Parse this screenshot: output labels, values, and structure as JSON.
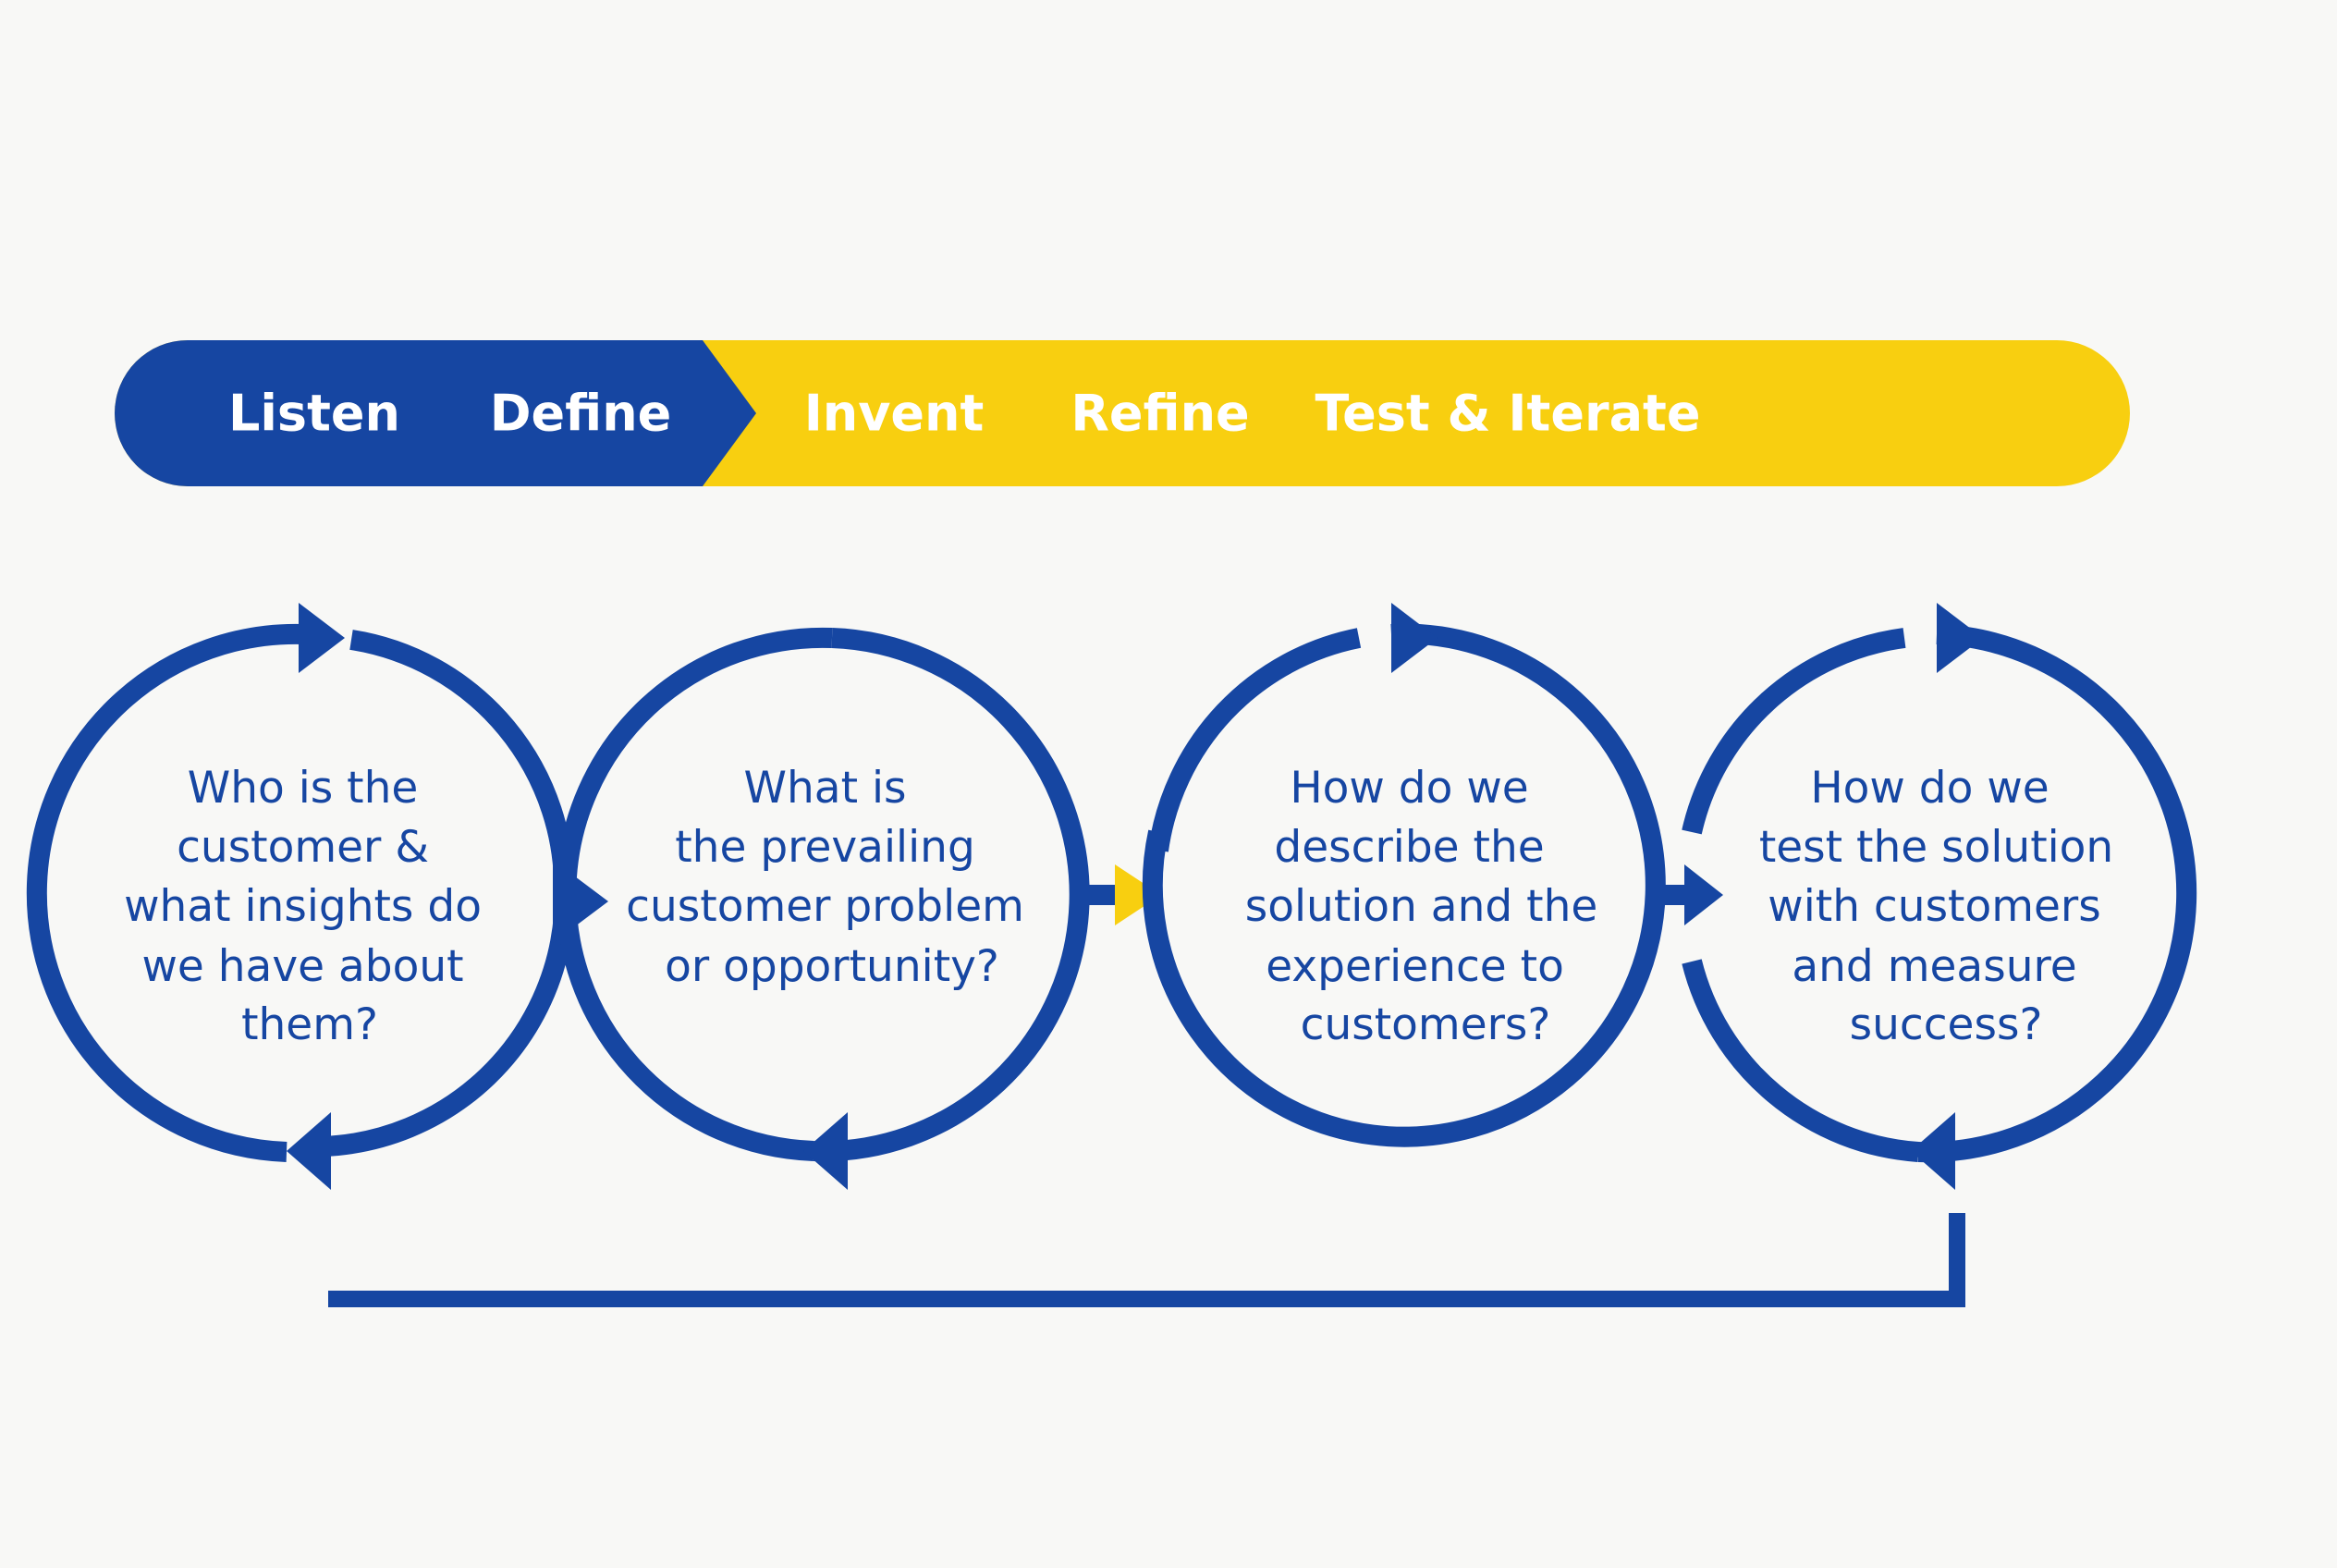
{
  "colors": {
    "blue": "#1646a2",
    "yellow": "#f8cf10",
    "background": "#f8f8f6",
    "label_text": "#ffffff"
  },
  "phases": [
    {
      "label": "Listen",
      "band": "blue"
    },
    {
      "label": "Define",
      "band": "blue"
    },
    {
      "label": "Invent",
      "band": "yellow"
    },
    {
      "label": "Refine",
      "band": "yellow"
    },
    {
      "label": "Test & Iterate",
      "band": "yellow"
    }
  ],
  "loops": [
    {
      "lines": [
        "Who is the",
        "customer &",
        "what insights do",
        "we have about",
        "them?"
      ]
    },
    {
      "lines": [
        "What is",
        "the prevailing",
        "customer problem",
        "or opportunity?"
      ]
    },
    {
      "lines": [
        "How do we",
        "describe the",
        "solution and the",
        "experience to",
        "customers?"
      ]
    },
    {
      "lines": [
        "How do we",
        "test the solution",
        "with customers",
        "and measure",
        "success?"
      ]
    }
  ]
}
